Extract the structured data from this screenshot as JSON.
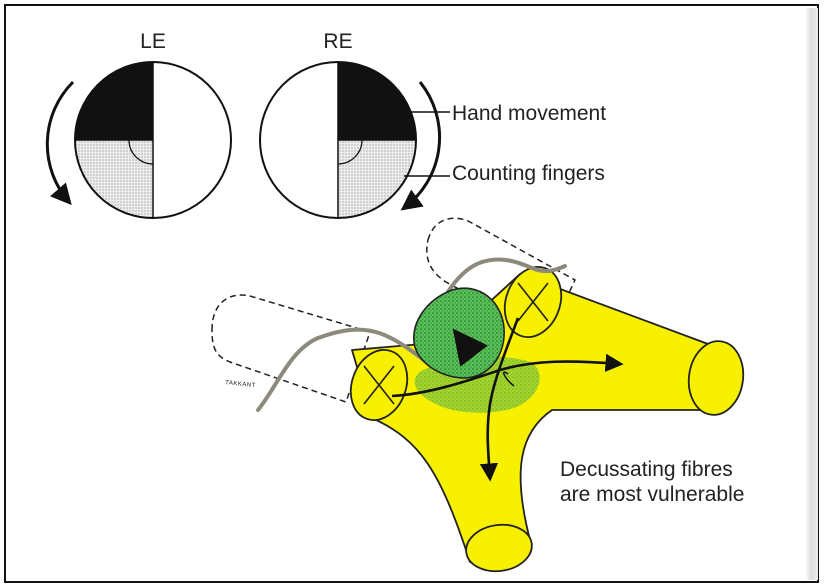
{
  "fields": {
    "left_eye_label": "LE",
    "right_eye_label": "RE",
    "hand_movement_label": "Hand movement",
    "counting_fingers_label": "Counting fingers"
  },
  "chiasm": {
    "caption_line1": "Decussating fibres",
    "caption_line2": "are most vulnerable",
    "artist_mark": "TAKKANT"
  },
  "colors": {
    "nerve_fill": "#f7f000",
    "tumour_fill": "#4fb84f",
    "field_dark": "#111111",
    "field_stipple": "#d9d9d9"
  }
}
